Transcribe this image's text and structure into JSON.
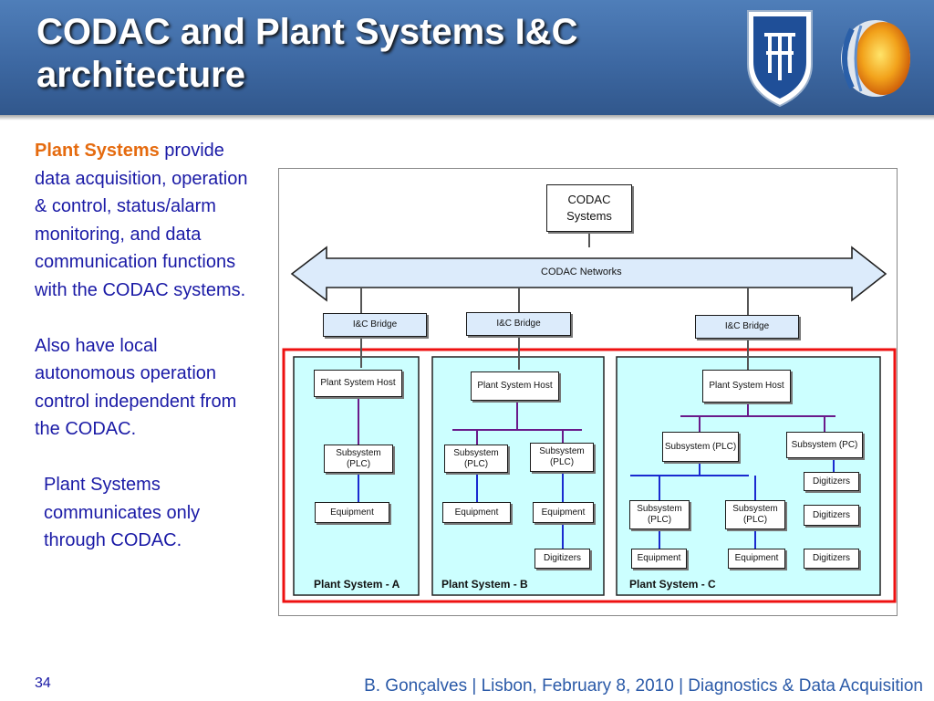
{
  "title": "CODAC and Plant Systems I&C architecture",
  "left_text": {
    "p1_highlight": "Plant Systems",
    "p1_rest": "provide data acquisition, operation & control, status/alarm monitoring, and data communication functions with the CODAC systems.",
    "p2": "Also have local autonomous operation control independent from the CODAC.",
    "p3": "Plant Systems communicates only through CODAC."
  },
  "diagram": {
    "codac": "CODAC Systems",
    "network": "CODAC  Networks",
    "bridge": "I&C Bridge",
    "host": "Plant System Host",
    "subsystem_plc": "Subsystem (PLC)",
    "subsystem_pc": "Subsystem (PC)",
    "equipment": "Equipment",
    "digitizers": "Digitizers",
    "plant_a": "Plant System - A",
    "plant_b": "Plant System - B",
    "plant_c": "Plant System - C"
  },
  "colors": {
    "header": "#3d68a2",
    "highlight": "#e56b0f",
    "body_text": "#1a1aa6",
    "plant_fill": "#ccffff",
    "plant_frame": "#ee1111",
    "purple_link": "#6a1a8a",
    "blue_link": "#1a2ad0"
  },
  "page_number": "34",
  "footer": "B. Gonçalves | Lisbon, February 8, 2010 | Diagnostics & Data Acquisition"
}
